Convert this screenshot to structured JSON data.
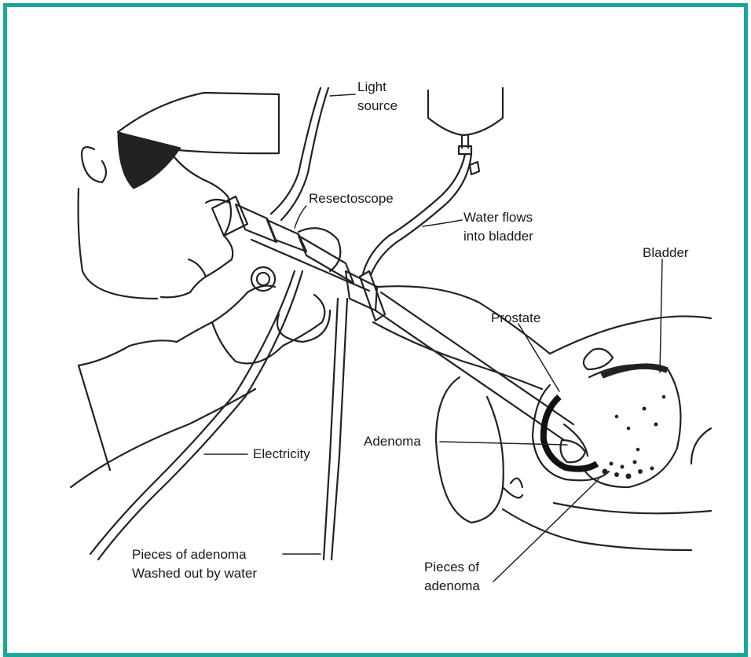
{
  "colors": {
    "border": "#1aa89b",
    "ink": "#222222",
    "background": "#ffffff"
  },
  "labels": {
    "light_source": [
      "Light",
      "source"
    ],
    "resectoscope": "Resectoscope",
    "water_flows": [
      "Water flows",
      "into bladder"
    ],
    "bladder": "Bladder",
    "prostate": "Prostate",
    "adenoma": "Adenoma",
    "electricity": "Electricity",
    "pieces_washed": [
      "Pieces of adenoma",
      "Washed out by water"
    ],
    "pieces_of_adenoma": [
      "Pieces of",
      "adenoma"
    ]
  }
}
